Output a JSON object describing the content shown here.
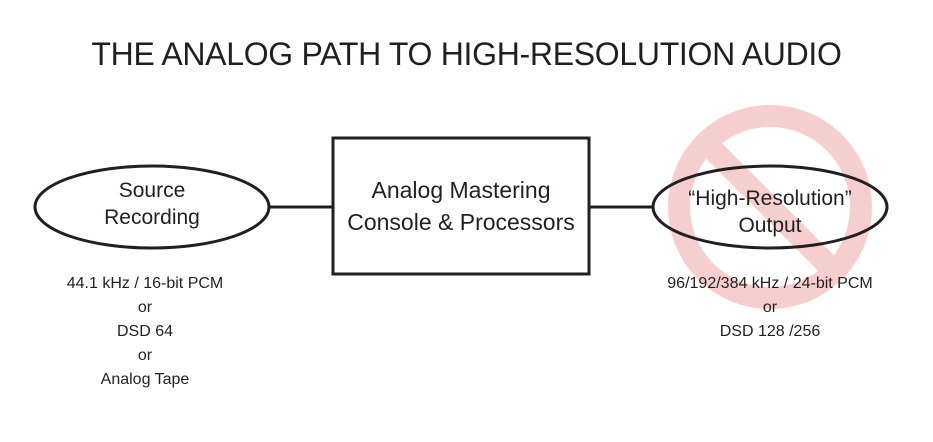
{
  "title": "THE ANALOG PATH TO HIGH-RESOLUTION AUDIO",
  "nodes": {
    "source": {
      "lines": [
        "Source",
        "Recording"
      ]
    },
    "console": {
      "lines": [
        "Analog Mastering",
        "Console & Processors"
      ]
    },
    "output": {
      "lines": [
        "“High-Resolution”",
        "Output"
      ]
    }
  },
  "captions": {
    "source": [
      "44.1 kHz / 16-bit PCM",
      "or",
      "DSD 64",
      "or",
      "Analog Tape"
    ],
    "output": [
      "96/192/384 kHz / 24-bit PCM",
      "or",
      "DSD 128 /256"
    ]
  },
  "colors": {
    "ink": "#231f20",
    "prohibition": "#f5cfd0"
  },
  "icons": {
    "output_overlay": "prohibition-sign-icon"
  }
}
